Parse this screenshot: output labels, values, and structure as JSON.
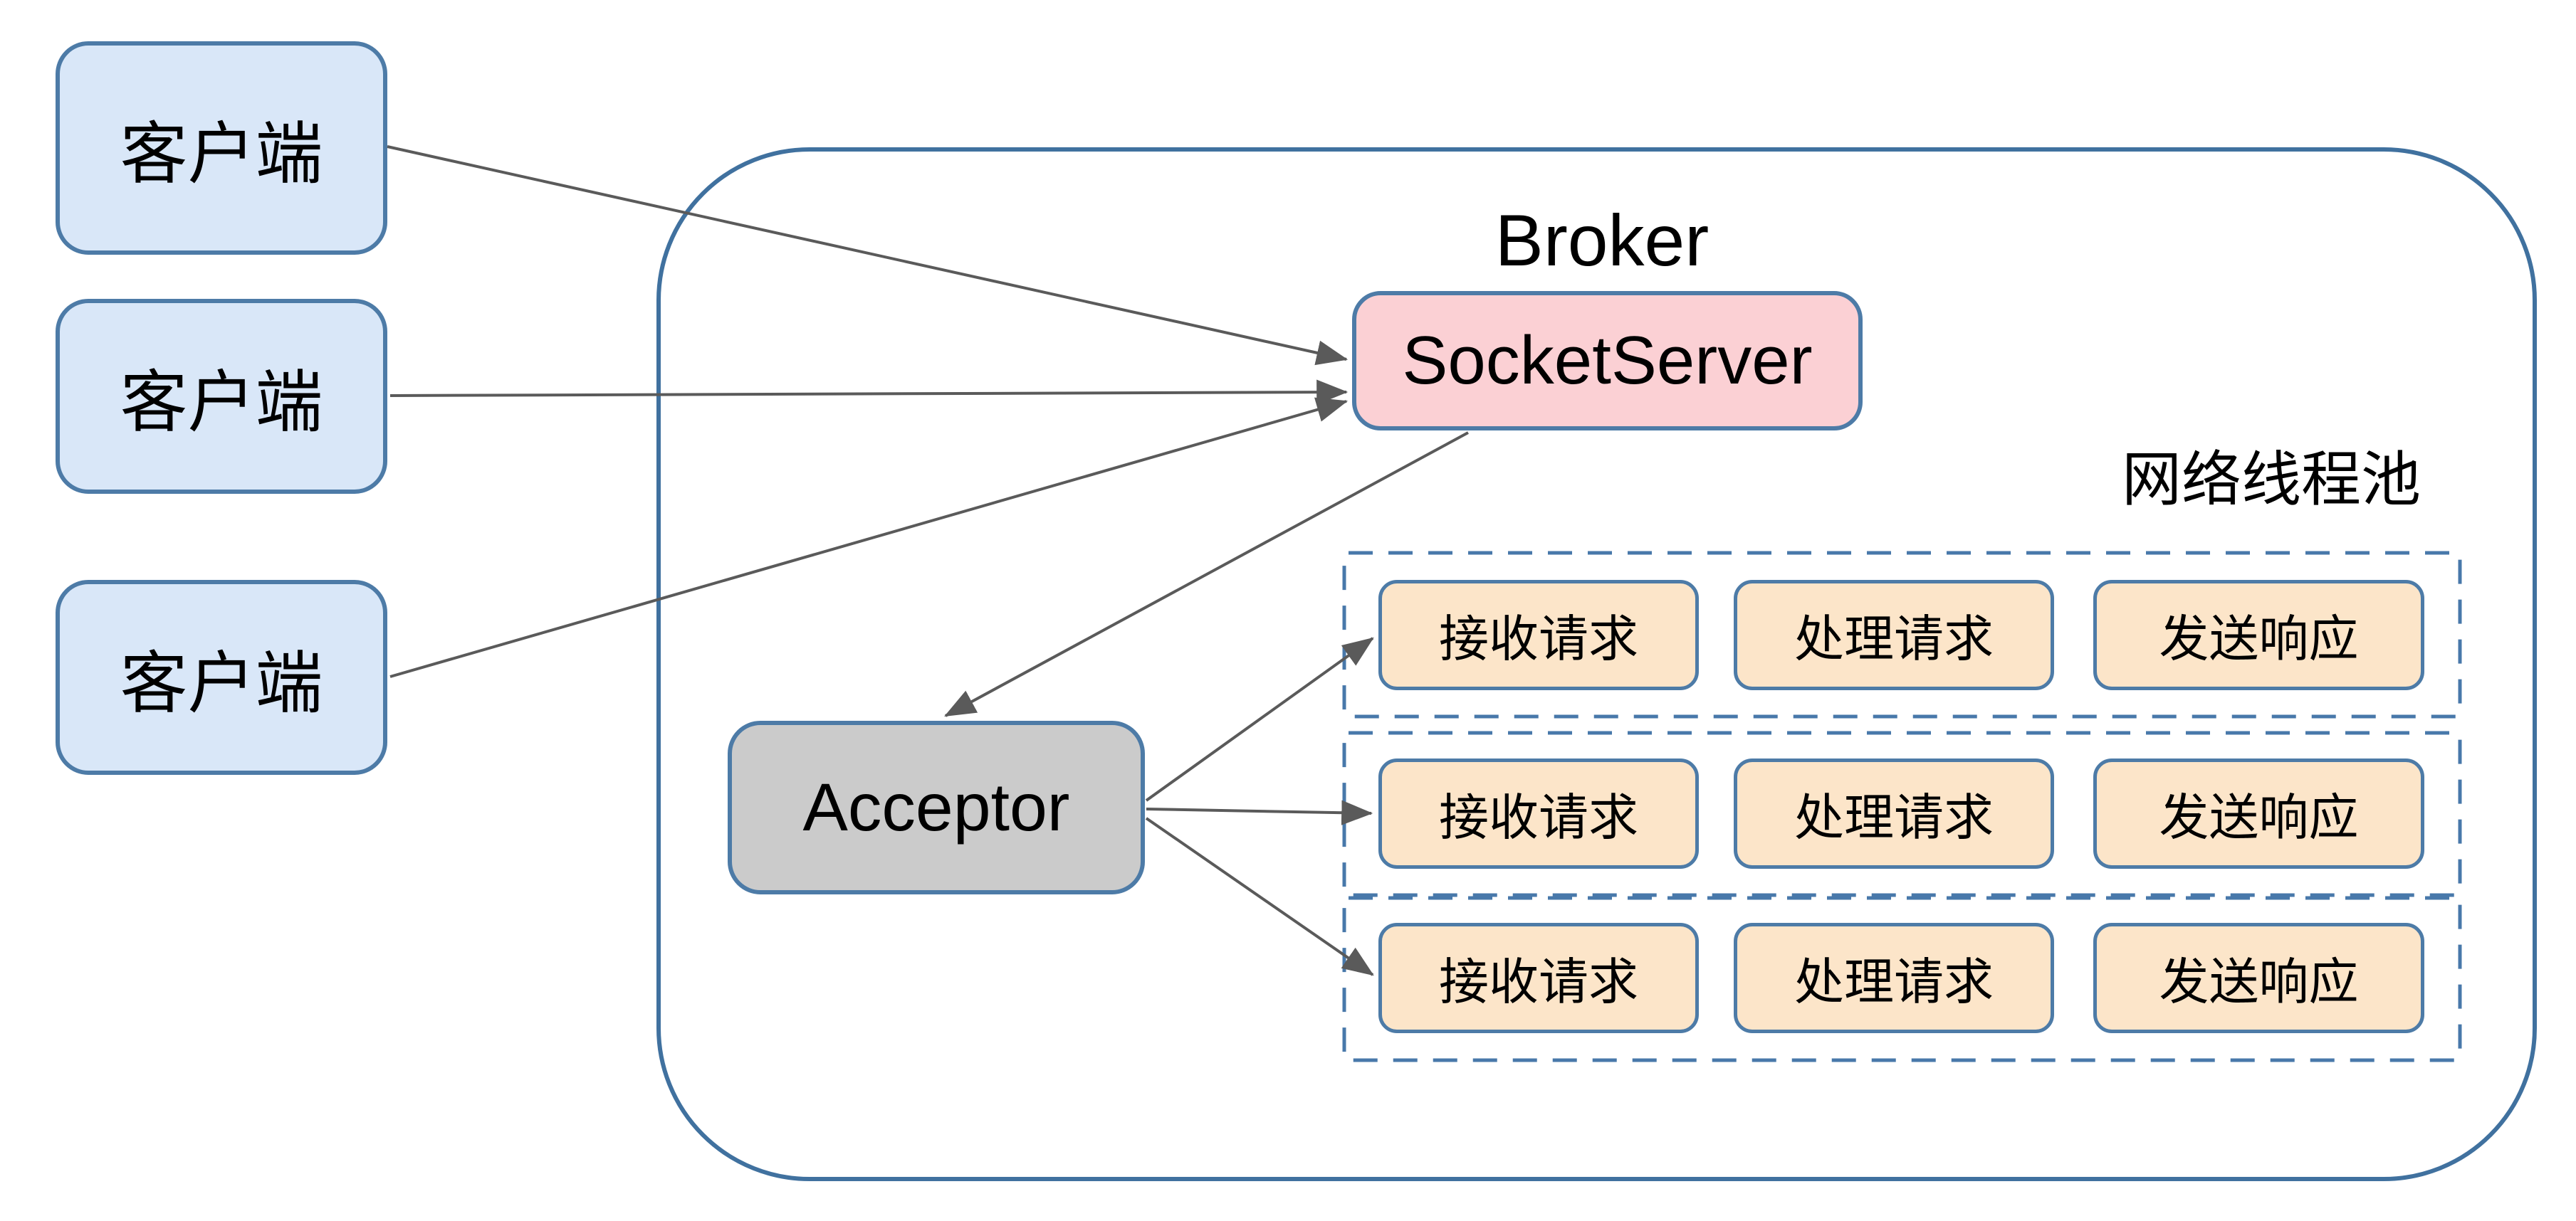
{
  "diagram": {
    "clients": [
      {
        "label": "客户端"
      },
      {
        "label": "客户端"
      },
      {
        "label": "客户端"
      }
    ],
    "broker": {
      "title": "Broker",
      "socket_server_label": "SocketServer",
      "acceptor_label": "Acceptor",
      "network_thread_pool_label": "网络线程池",
      "thread_rows": [
        {
          "steps": [
            "接收请求",
            "处理请求",
            "发送响应"
          ]
        },
        {
          "steps": [
            "接收请求",
            "处理请求",
            "发送响应"
          ]
        },
        {
          "steps": [
            "接收请求",
            "处理请求",
            "发送响应"
          ]
        }
      ]
    },
    "arrows": [
      {
        "from": "client-1",
        "to": "socket-server"
      },
      {
        "from": "client-2",
        "to": "socket-server"
      },
      {
        "from": "client-3",
        "to": "socket-server"
      },
      {
        "from": "socket-server",
        "to": "acceptor"
      },
      {
        "from": "acceptor",
        "to": "thread-row-1-receive"
      },
      {
        "from": "acceptor",
        "to": "thread-row-2-receive"
      },
      {
        "from": "acceptor",
        "to": "thread-row-3-receive"
      }
    ],
    "colors": {
      "client_fill": "#d9e7f8",
      "node_border": "#4d7ba7",
      "socket_server_fill": "#fbd0d4",
      "acceptor_fill": "#cbcbcb",
      "thread_step_fill": "#fce5c9",
      "dashed_row_border": "#4878aa",
      "broker_border": "#40719f",
      "arrow": "#5a5a5a",
      "text": "#000000",
      "background": "#ffffff"
    }
  }
}
